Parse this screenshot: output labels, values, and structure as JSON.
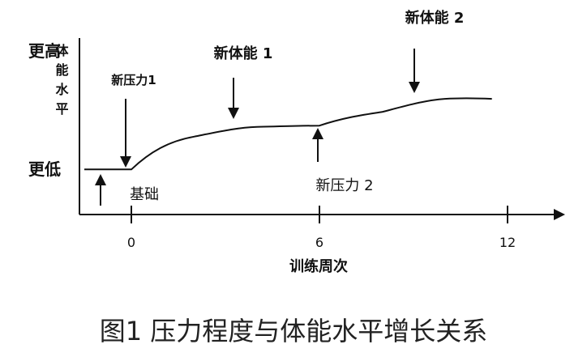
{
  "chart_data": {
    "type": "line",
    "xlabel": "训练周次",
    "x_ticks": [
      0,
      6,
      12
    ],
    "x": [
      -1.5,
      0,
      2,
      4,
      6,
      8,
      10,
      11.5
    ],
    "y": [
      0.35,
      0.35,
      1.45,
      1.78,
      1.82,
      2.28,
      2.72,
      2.72
    ],
    "y_levels": [
      "更高",
      "更低"
    ],
    "ylabel": "体能水平",
    "annotations": [
      {
        "text": "新压力1",
        "x": 0,
        "arrow": "down"
      },
      {
        "text": "新体能 1",
        "x": 3.2,
        "arrow": "down"
      },
      {
        "text": "新压力 2",
        "x": 6,
        "arrow": "up"
      },
      {
        "text": "新体能 2",
        "x": 9.3,
        "arrow": "down"
      },
      {
        "text": "基础",
        "x": -0.8,
        "arrow": "up"
      }
    ]
  },
  "caption": "图1 压力程度与体能水平增长关系"
}
